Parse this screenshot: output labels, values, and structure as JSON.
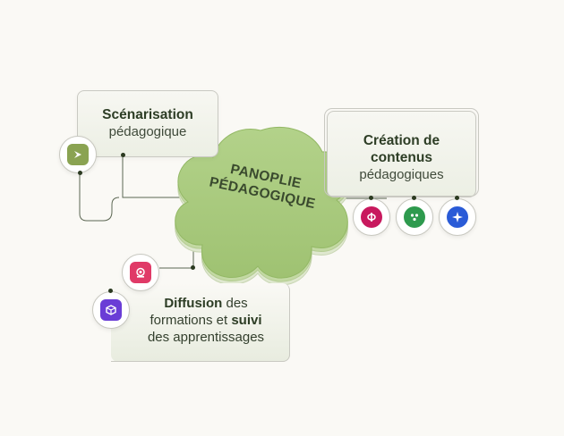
{
  "center": {
    "line1": "PANOPLIE",
    "line2": "PÉDAGOGIQUE"
  },
  "scenarisation": {
    "title": "Scénarisation",
    "subtitle": "pédagogique"
  },
  "creation": {
    "title_line1": "Création de",
    "title_line2": "contenus",
    "subtitle": "pédagogiques"
  },
  "diffusion": {
    "word1": "Diffusion",
    "text1": " des",
    "text2": "formations et ",
    "word2": "suivi",
    "text3": "des apprentissages"
  },
  "icons": {
    "scen_tool": {
      "name": "arrow-tool-icon",
      "color": "#8aa352"
    },
    "crea_tool_1": {
      "name": "phi-tool-icon",
      "color": "#c8195e"
    },
    "crea_tool_2": {
      "name": "dots-tool-icon",
      "color": "#2e9a4e"
    },
    "crea_tool_3": {
      "name": "star-tool-icon",
      "color": "#2a5bd7"
    },
    "diff_tool_1": {
      "name": "target-tool-icon",
      "color": "#e03a67"
    },
    "diff_tool_2": {
      "name": "cube-tool-icon",
      "color": "#6a3dd6"
    }
  },
  "colors": {
    "blob": "#a6c97a",
    "blob_dark": "#8fb564",
    "accent_text": "#2d3d25"
  }
}
